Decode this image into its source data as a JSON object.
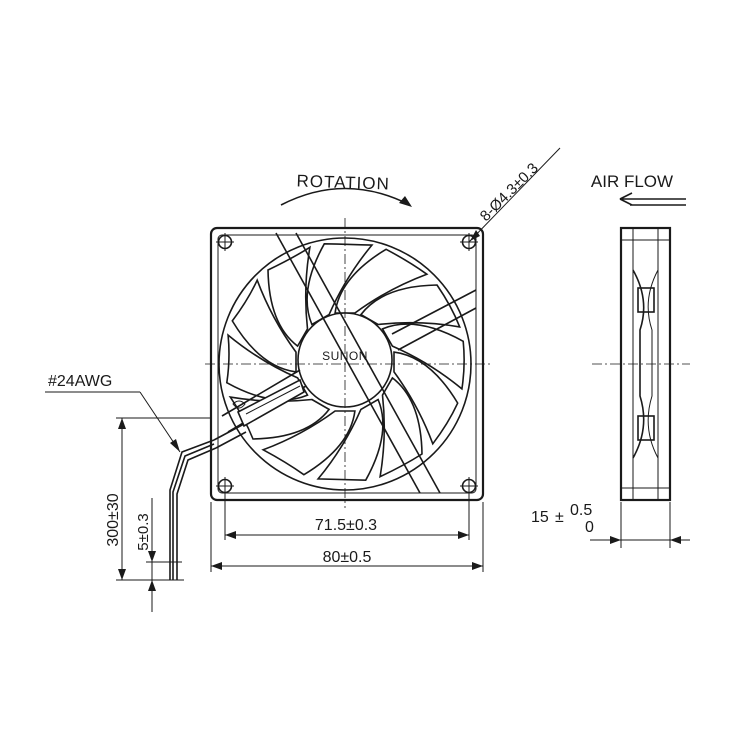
{
  "labels": {
    "rotation": "ROTATION",
    "hole_spec": "8-Ø4.3±0.3",
    "air_flow": "AIR FLOW",
    "brand": "SUNON",
    "wire_gauge": "#24AWG",
    "hole_pitch": "71.5±0.3",
    "frame_size": "80±0.5",
    "lead_length": "300±30",
    "strip_length": "5±0.3",
    "thickness_nominal": "15",
    "thickness_pm": "±",
    "thickness_upper": "0.5",
    "thickness_lower": "0"
  },
  "colors": {
    "line": "#1a1a1a",
    "background": "#ffffff"
  },
  "blade_count": 12
}
